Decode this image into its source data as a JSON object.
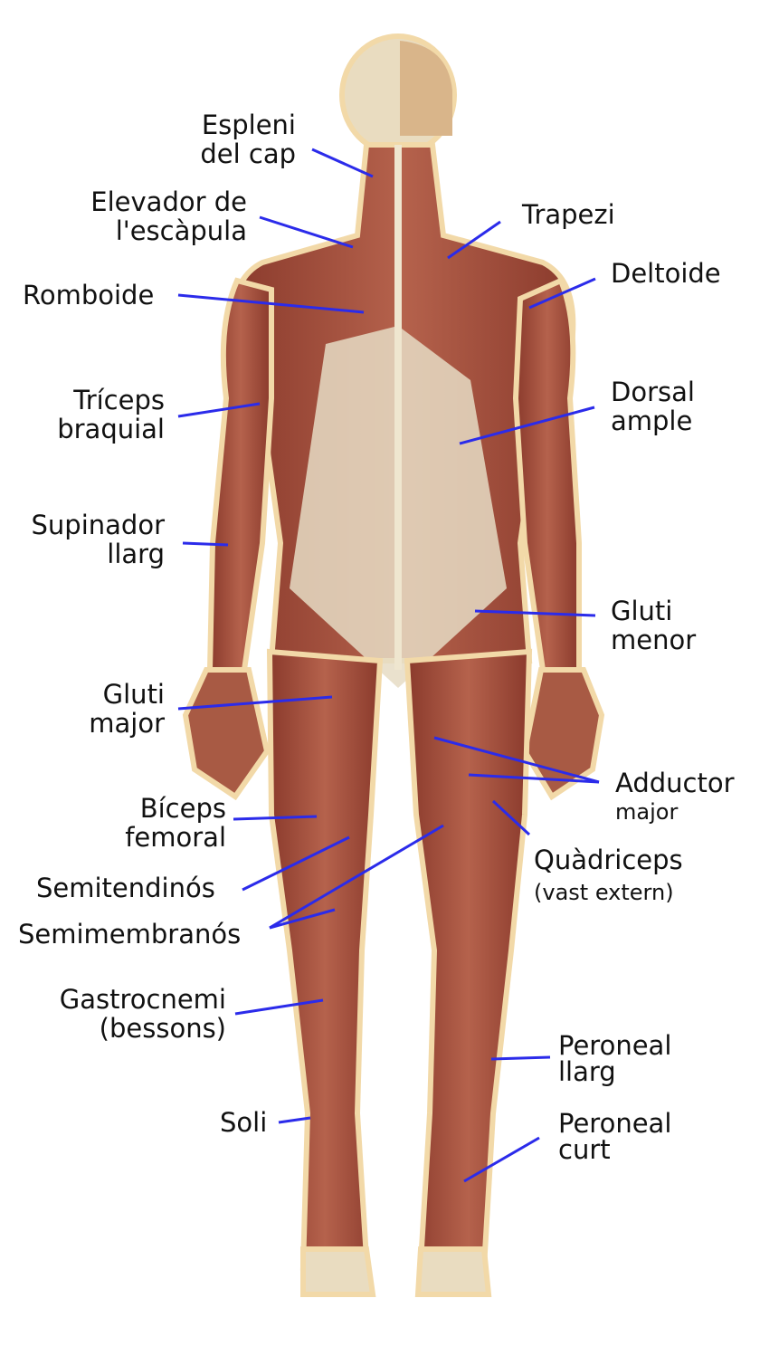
{
  "colors": {
    "leader_line": "#2b2bea",
    "muscle": "#9a4a3a",
    "tendon": "#e6dcc4",
    "skin_outline": "#f2d9a8"
  },
  "labels": {
    "espleni": [
      "Espleni",
      "del cap"
    ],
    "elevador": [
      "Elevador de",
      "l'escàpula"
    ],
    "trapezi": [
      "Trapezi"
    ],
    "deltoide": [
      "Deltoide"
    ],
    "romboide": [
      "Romboide"
    ],
    "triceps": [
      "Tríceps",
      "braquial"
    ],
    "dorsal": [
      "Dorsal",
      "ample"
    ],
    "supinador": [
      "Supinador",
      "llarg"
    ],
    "gluti_menor": [
      "Gluti",
      "menor"
    ],
    "gluti_major": [
      "Gluti",
      "major"
    ],
    "adductor": [
      "Adductor",
      "major"
    ],
    "biceps": [
      "Bíceps",
      "femoral"
    ],
    "quadriceps": [
      "Quàdriceps",
      "(vast extern)"
    ],
    "semitendinos": [
      "Semitendinós"
    ],
    "semimembranos": [
      "Semimembranós"
    ],
    "gastrocnemi": [
      "Gastrocnemi",
      "(bessons)"
    ],
    "peroneal_llarg": [
      "Peroneal",
      "llarg"
    ],
    "soli": [
      "Soli"
    ],
    "peroneal_curt": [
      "Peroneal",
      "curt"
    ]
  }
}
